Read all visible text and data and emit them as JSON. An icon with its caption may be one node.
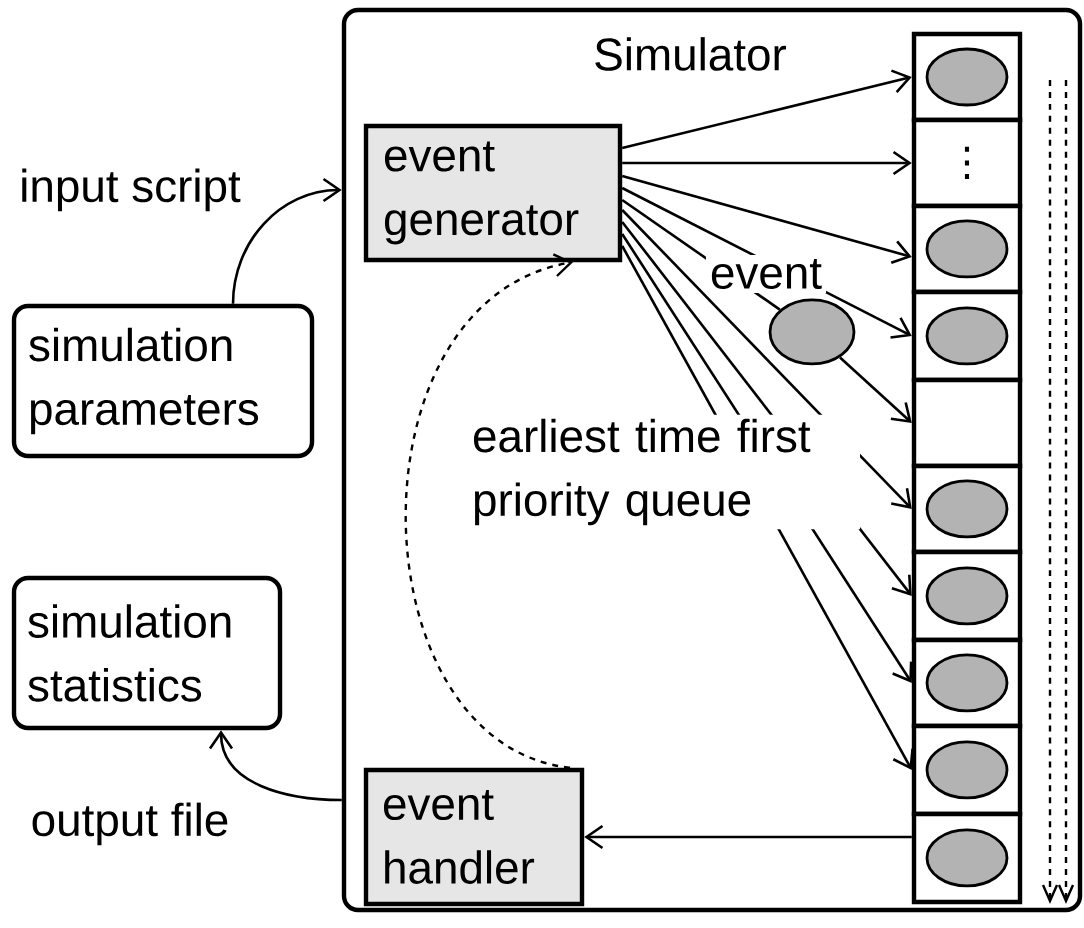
{
  "diagram": {
    "nodes": [
      {
        "text": [
          "Simulator"
        ]
      },
      {
        "text": [
          "event generator"
        ],
        "in": 0
      },
      {
        "text": [
          "event handler"
        ],
        "in": 0
      },
      {
        "text": [
          "simulation parameters"
        ]
      },
      {
        "text": [
          "simulation statistics"
        ]
      },
      {
        "text": [],
        "shape": "box",
        "in": 0
      },
      {
        "text": [
          "⋮"
        ],
        "in": 0
      },
      {
        "text": [],
        "shape": "box",
        "in": 0
      },
      {
        "text": [],
        "shape": "box",
        "in": 0
      },
      {
        "text": [],
        "shape": "box",
        "in": 0
      },
      {
        "text": [],
        "shape": "box",
        "in": 0
      },
      {
        "text": [],
        "shape": "box",
        "in": 0
      },
      {
        "text": [],
        "shape": "box",
        "in": 0
      },
      {
        "text": [],
        "shape": "box",
        "in": 0
      },
      {
        "text": [],
        "shape": "box",
        "in": 0
      },
      {
        "text": [],
        "shape": "ellipse",
        "in": 5
      },
      {
        "text": [],
        "shape": "ellipse",
        "in": 7
      },
      {
        "text": [],
        "shape": "ellipse",
        "in": 8
      },
      {
        "text": [],
        "shape": "ellipse",
        "in": 10
      },
      {
        "text": [],
        "shape": "ellipse",
        "in": 11
      },
      {
        "text": [],
        "shape": "ellipse",
        "in": 12
      },
      {
        "text": [],
        "shape": "ellipse",
        "in": 13
      },
      {
        "text": [],
        "shape": "ellipse",
        "in": 14
      },
      {
        "text": [],
        "shape": "ellipse",
        "in": 0
      }
    ],
    "edges": [
      {
        "from": 3,
        "to": 0,
        "arrow": "to",
        "label": "input script"
      },
      {
        "from": 0,
        "to": 4,
        "arrow": "to",
        "label": "output file"
      },
      {
        "from": 1,
        "to": 5,
        "arrow": "to"
      },
      {
        "from": 1,
        "to": 6,
        "arrow": "to"
      },
      {
        "from": 1,
        "to": 7,
        "arrow": "to"
      },
      {
        "from": 1,
        "to": 8,
        "arrow": "to"
      },
      {
        "from": 1,
        "to": 23,
        "arrow": "none"
      },
      {
        "from": 23,
        "to": 9,
        "arrow": "to"
      },
      {
        "from": 1,
        "to": 10,
        "arrow": "to"
      },
      {
        "from": 1,
        "to": 11,
        "arrow": "to"
      },
      {
        "from": 1,
        "to": 12,
        "arrow": "to"
      },
      {
        "from": 1,
        "to": 13,
        "arrow": "to"
      },
      {
        "from": 14,
        "to": 2,
        "arrow": "to"
      },
      {
        "from": 2,
        "to": 1,
        "arrow": "to",
        "style": "dashed"
      }
    ],
    "labels": [
      "event",
      "earliest time first priority queue"
    ]
  }
}
